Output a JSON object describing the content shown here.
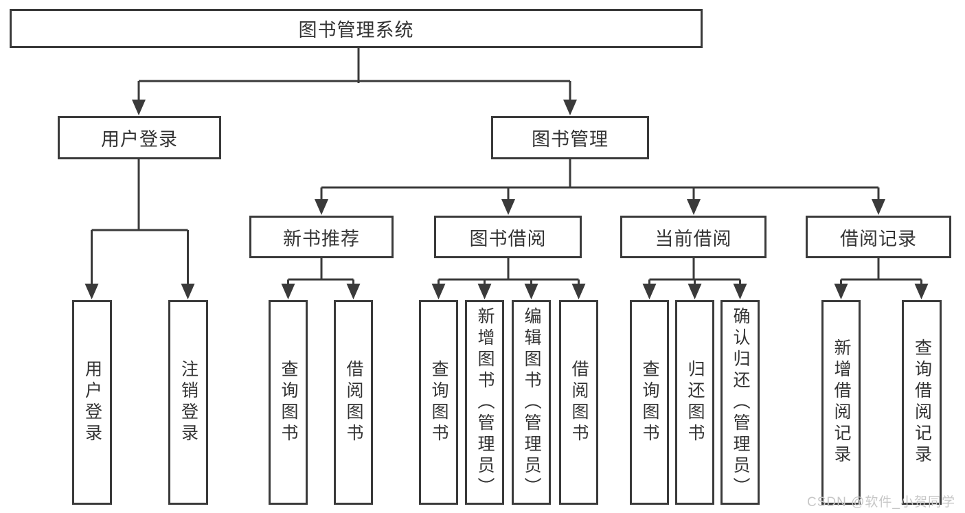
{
  "diagram": {
    "title": "图书管理系统",
    "nodes": {
      "root": {
        "label": "图书管理系统"
      },
      "user_login": {
        "label": "用户登录"
      },
      "book_mgmt": {
        "label": "图书管理"
      },
      "new_books": {
        "label": "新书推荐"
      },
      "book_borrow": {
        "label": "图书借阅"
      },
      "current_borrow": {
        "label": "当前借阅"
      },
      "borrow_records": {
        "label": "借阅记录"
      },
      "leaves": {
        "user_login": [
          "用户登录",
          "注销登录"
        ],
        "new_books": [
          "查询图书",
          "借阅图书"
        ],
        "book_borrow": [
          "查询图书",
          "新增图书（管理员）",
          "编辑图书（管理员）",
          "借阅图书"
        ],
        "current_borrow": [
          "查询图书",
          "归还图书",
          "确认归还（管理员）"
        ],
        "borrow_records": [
          "新增借阅记录",
          "查询借阅记录"
        ]
      }
    },
    "colors": {
      "line": "#3a3a3a",
      "box_border": "#3a3a3a",
      "box_fill": "#ffffff",
      "text": "#333333",
      "background": "#ffffff",
      "watermark": "#c7c7c7"
    }
  },
  "watermark": "CSDN @软件_小贺同学"
}
